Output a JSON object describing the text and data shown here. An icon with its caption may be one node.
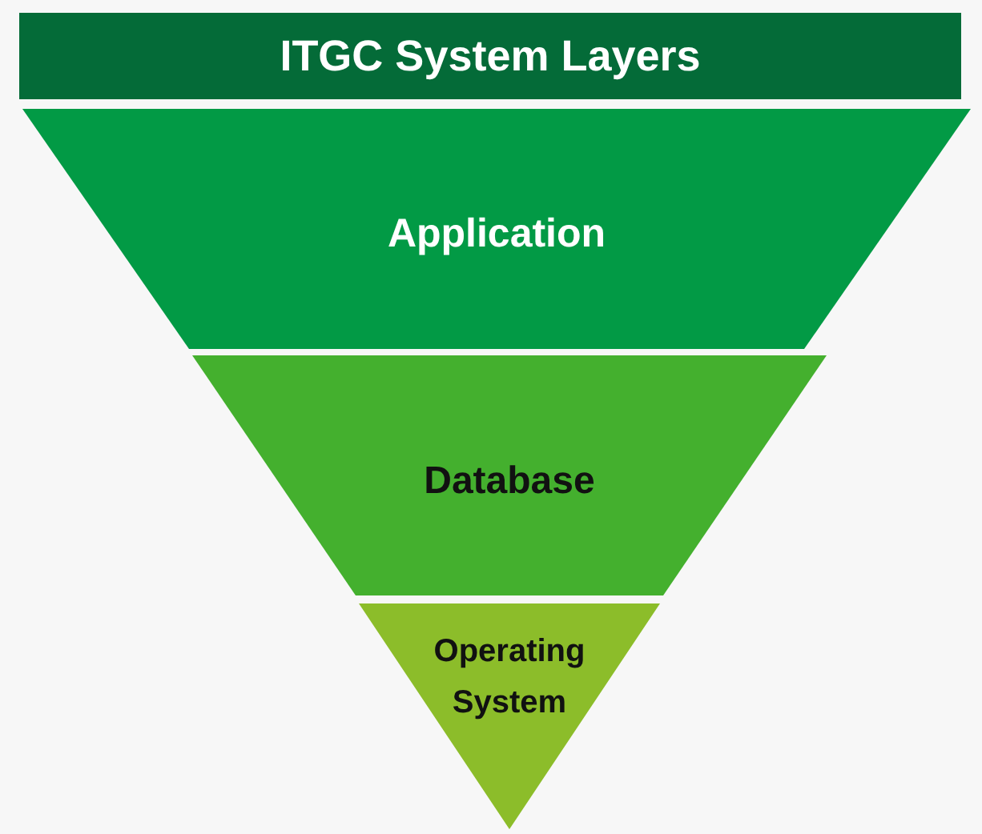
{
  "diagram": {
    "title": "ITGC System Layers",
    "nodes": [
      {
        "text": [
          "Application"
        ]
      },
      {
        "text": [
          "Database"
        ]
      },
      {
        "text": [
          "Operating System"
        ]
      }
    ]
  }
}
